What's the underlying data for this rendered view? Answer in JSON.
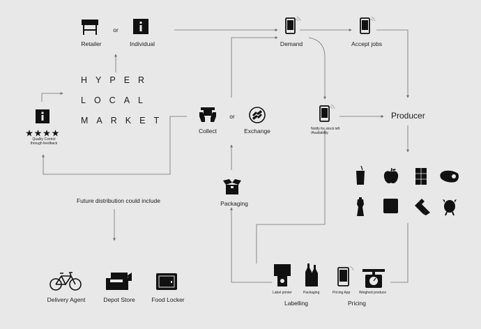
{
  "top": {
    "retailer": "Retailer",
    "or": "or",
    "individual": "Individual",
    "demand": "Demand",
    "accept_jobs": "Accept jobs"
  },
  "market": {
    "line1": "HYPER",
    "line2": "LOCAL",
    "line3": "MARKET"
  },
  "quality": {
    "line1": "Quality Control",
    "line2": "through feedback"
  },
  "middle": {
    "collect": "Collect",
    "or": "or",
    "exchange": "Exchange",
    "notify_line1": "Notify for stock left",
    "notify_line2": "/Availability",
    "producer": "Producer",
    "packaging": "Packaging"
  },
  "future": {
    "heading": "Future distribution could include",
    "delivery_agent": "Delivery Agent",
    "depot_store": "Depot Store",
    "food_locker": "Food Locker"
  },
  "bottom": {
    "label_printer": "Label printer",
    "packaging": "Packaging",
    "labelling": "Labelling",
    "pricing_app": "Pricing App",
    "weighed_produce": "Weighed produce",
    "pricing": "Pricing"
  },
  "icons": [
    "market-stall-icon",
    "info-icon",
    "phone-icon",
    "hands-box-icon",
    "exchange-icon",
    "open-box-icon",
    "juice-icon",
    "apple-icon",
    "chocolate-icon",
    "meat-icon",
    "pepper-mill-icon",
    "bread-icon",
    "glove-icon",
    "chicken-icon",
    "bicycle-icon",
    "depot-icon",
    "locker-icon",
    "label-printer-icon",
    "bottles-icon",
    "scale-icon",
    "star-icon"
  ],
  "colors": {
    "background": "#e9e8e8",
    "ink": "#1a1a1a",
    "connector": "#6f6f6f"
  }
}
